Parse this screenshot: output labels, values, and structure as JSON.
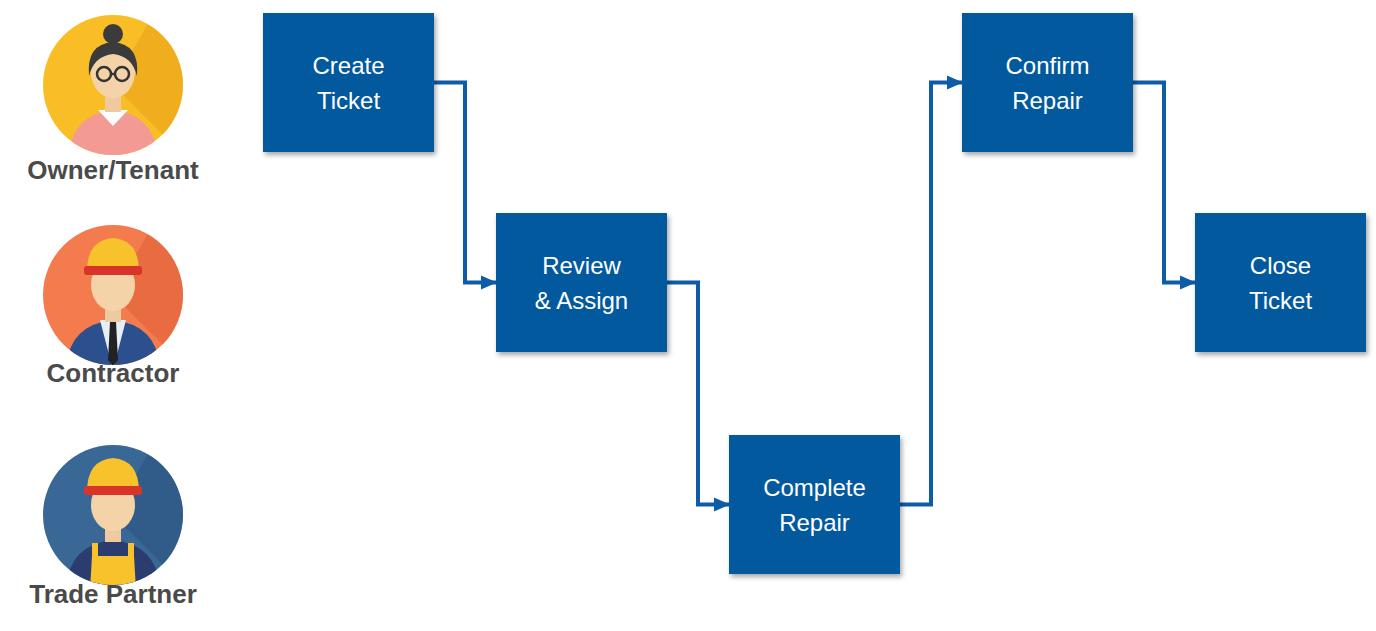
{
  "diagram": {
    "nodes": [
      {
        "text": [
          "Create Ticket"
        ]
      },
      {
        "text": [
          "Review & Assign"
        ]
      },
      {
        "text": [
          "Complete Repair"
        ]
      },
      {
        "text": [
          "Confirm Repair"
        ]
      },
      {
        "text": [
          "Close Ticket"
        ]
      }
    ],
    "edges": [
      {
        "from": 0,
        "to": 1,
        "arrow": "to"
      },
      {
        "from": 1,
        "to": 2,
        "arrow": "to"
      },
      {
        "from": 2,
        "to": 3,
        "arrow": "to"
      },
      {
        "from": 3,
        "to": 4,
        "arrow": "to"
      }
    ],
    "labels": [
      "Owner/Tenant",
      "Contractor",
      "Trade Partner"
    ]
  }
}
